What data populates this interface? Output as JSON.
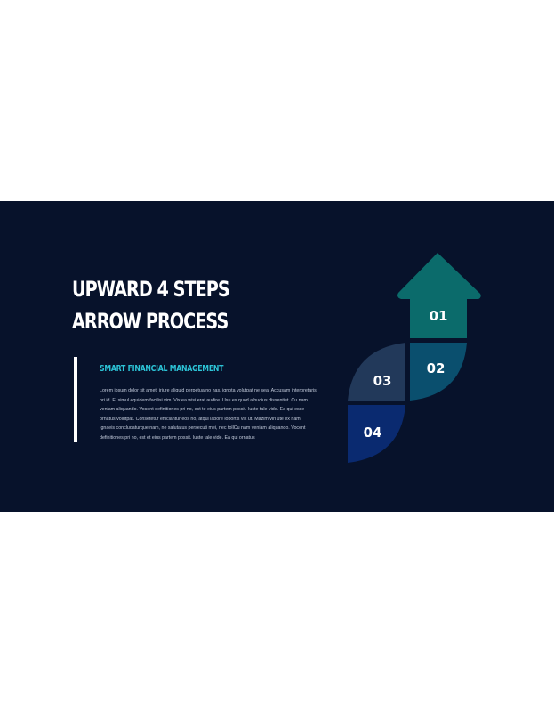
{
  "slide": {
    "title_line1": "UPWARD 4 STEPS",
    "title_line2": "ARROW PROCESS",
    "subtitle": "SMART FINANCIAL MANAGEMENT",
    "body": "Lorem ipsum dolor sit amet, iriure aliquid perpetua no has, ignota volutpat ne sea. Accusam interpretaris pri id. Ei simul equidem facilisi vim. Vix ea wisi erat audire. Usu ex quod albucius dissentiet. Cu nam veniam aliquando. Vocent definitiones pri no, est te eius partem possit. Iuste tale vide. Ea qui esse ornatus volutpat. Consetetur efficiantur eos no, atqui labore lobortis vix ut. Mazim viri ute ex nam. Ignaeis concludaturque nam, ne salutatus persecuti mei, nec tollCu nam veniam aliquando. Vocent definitiones pri no, est et eius partem possit. Iuste tale vide. Ea qui ornatus"
  },
  "steps": [
    {
      "label": "01",
      "color": "#0b6b6b"
    },
    {
      "label": "02",
      "color": "#0a4f6e"
    },
    {
      "label": "03",
      "color": "#22395a"
    },
    {
      "label": "04",
      "color": "#0a2a70"
    }
  ],
  "colors": {
    "background": "#07122b",
    "accent": "#2cc3d6",
    "title": "#ffffff"
  }
}
